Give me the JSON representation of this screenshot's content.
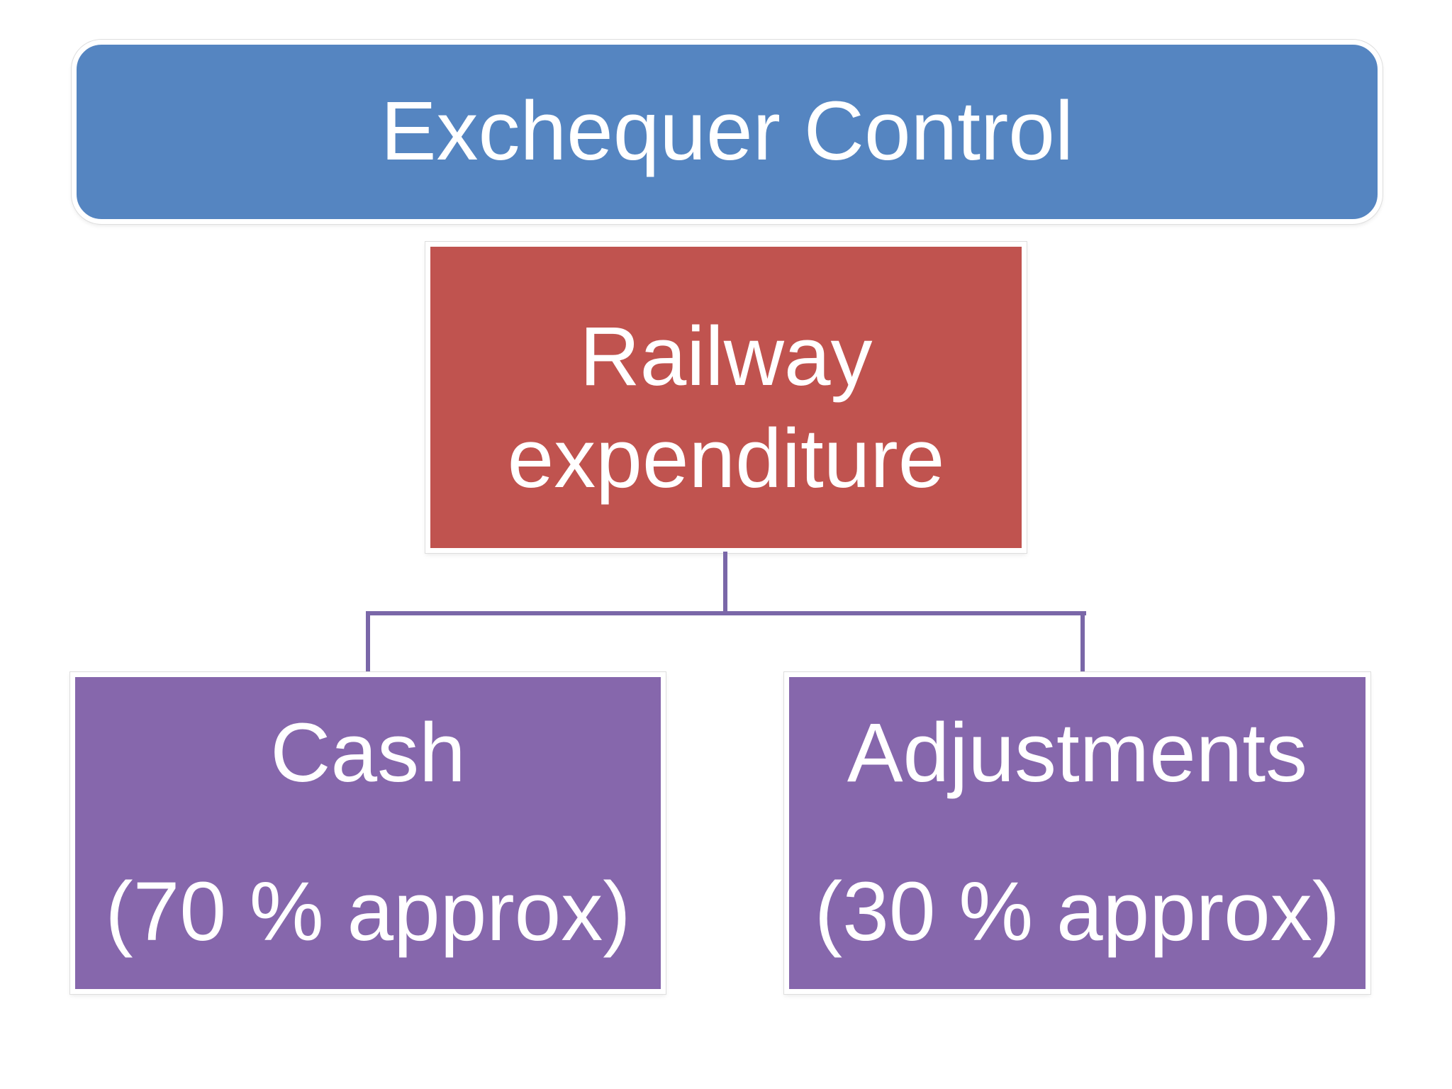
{
  "slide": {
    "background_color": "#FFFFFF",
    "text_color": "#FFFFFF",
    "connector_color": "#7A67A8",
    "nodes": {
      "root": {
        "label": "Exchequer Control",
        "color": "#5585C1"
      },
      "middle": {
        "line1": "Railway",
        "line2": "expenditure",
        "color": "#C0534F"
      },
      "left": {
        "line1": "Cash",
        "line2": "(70 % approx)",
        "color": "#8667AC"
      },
      "right": {
        "line1": "Adjustments",
        "line2": "(30 % approx)",
        "color": "#8667AC"
      }
    }
  }
}
